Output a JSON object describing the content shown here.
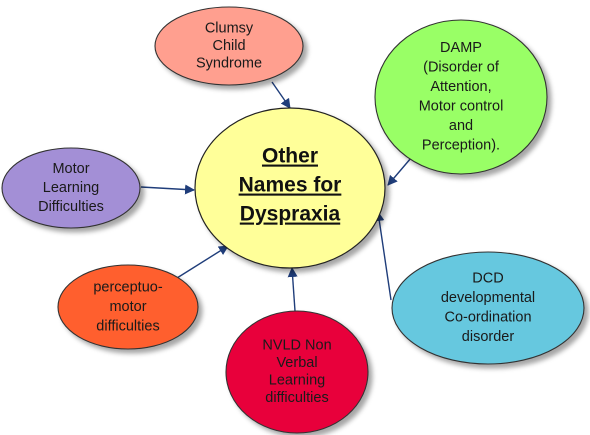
{
  "center": {
    "lines": [
      "Other",
      "Names for",
      "Dyspraxia"
    ],
    "fill": "#ffff99"
  },
  "nodes": [
    {
      "id": "clumsy-child-syndrome",
      "lines": [
        "Clumsy",
        "Child",
        "Syndrome"
      ],
      "fill": "#ff9f8f"
    },
    {
      "id": "damp",
      "lines": [
        "DAMP",
        "(Disorder of",
        "Attention,",
        "Motor control",
        "and",
        "Perception)."
      ],
      "fill": "#99ff66"
    },
    {
      "id": "motor-learning-difficulties",
      "lines": [
        "Motor",
        "Learning",
        "Difficulties"
      ],
      "fill": "#a38fd6"
    },
    {
      "id": "dcd",
      "lines": [
        "DCD",
        "developmental",
        "Co-ordination",
        "disorder"
      ],
      "fill": "#66c8df"
    },
    {
      "id": "perceptuo-motor-difficulties",
      "lines": [
        "perceptuo-",
        "motor",
        "difficulties"
      ],
      "fill": "#ff5f2e"
    },
    {
      "id": "nvld",
      "lines": [
        "NVLD Non",
        "Verbal",
        "Learning",
        "difficulties"
      ],
      "fill": "#e8003a"
    }
  ],
  "connector_color": "#1f3d7a"
}
